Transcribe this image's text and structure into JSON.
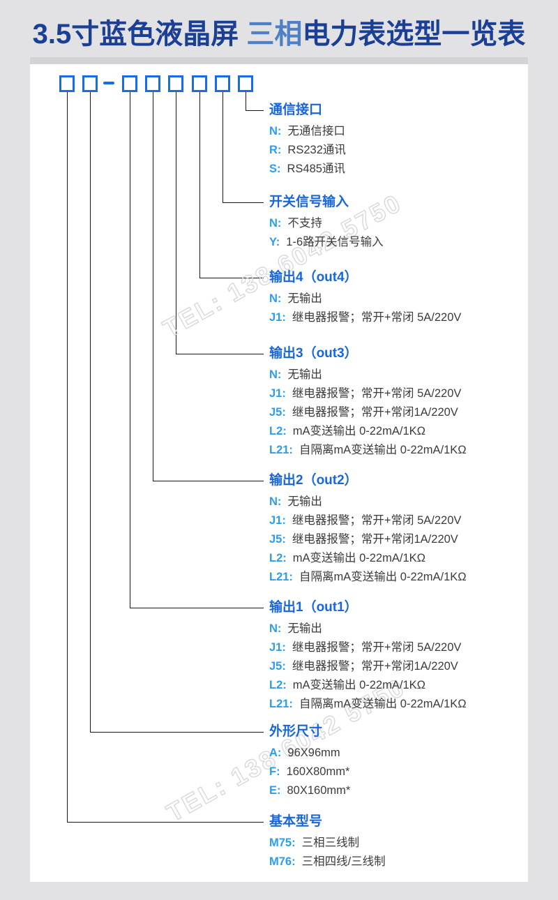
{
  "title": {
    "part1": "3.5寸蓝色液晶屏 ",
    "part2": "三相",
    "part3": "电力表选型一览表"
  },
  "model_code": {
    "boxes_before_dash": 2,
    "boxes_after_dash": 6,
    "dash": "-"
  },
  "watermark": "TEL: 138 6042 5750",
  "groups": [
    {
      "title": "通信接口",
      "options": [
        {
          "code": "N:",
          "desc": "无通信接口"
        },
        {
          "code": "R:",
          "desc": "RS232通讯"
        },
        {
          "code": "S:",
          "desc": "RS485通讯"
        }
      ]
    },
    {
      "title": "开关信号输入",
      "options": [
        {
          "code": "N:",
          "desc": "不支持"
        },
        {
          "code": "Y:",
          "desc": "1-6路开关信号输入"
        }
      ]
    },
    {
      "title": "输出4（out4）",
      "options": [
        {
          "code": "N:",
          "desc": "无输出"
        },
        {
          "code": "J1:",
          "desc": "继电器报警；常开+常闭 5A/220V"
        }
      ]
    },
    {
      "title": "输出3（out3）",
      "options": [
        {
          "code": "N:",
          "desc": "无输出"
        },
        {
          "code": "J1:",
          "desc": "继电器报警；常开+常闭 5A/220V"
        },
        {
          "code": "J5:",
          "desc": "继电器报警；常开+常闭1A/220V"
        },
        {
          "code": "L2:",
          "desc": "mA变送输出 0-22mA/1KΩ"
        },
        {
          "code": "L21:",
          "desc": "自隔离mA变送输出 0-22mA/1KΩ"
        }
      ]
    },
    {
      "title": "输出2（out2）",
      "options": [
        {
          "code": "N:",
          "desc": "无输出"
        },
        {
          "code": "J1:",
          "desc": "继电器报警；常开+常闭 5A/220V"
        },
        {
          "code": "J5:",
          "desc": "继电器报警；常开+常闭1A/220V"
        },
        {
          "code": "L2:",
          "desc": "mA变送输出 0-22mA/1KΩ"
        },
        {
          "code": "L21:",
          "desc": "自隔离mA变送输出 0-22mA/1KΩ"
        }
      ]
    },
    {
      "title": "输出1（out1）",
      "options": [
        {
          "code": "N:",
          "desc": "无输出"
        },
        {
          "code": "J1:",
          "desc": "继电器报警；常开+常闭 5A/220V"
        },
        {
          "code": "J5:",
          "desc": "继电器报警；常开+常闭1A/220V"
        },
        {
          "code": "L2:",
          "desc": "mA变送输出 0-22mA/1KΩ"
        },
        {
          "code": "L21:",
          "desc": "自隔离mA变送输出 0-22mA/1KΩ"
        }
      ]
    },
    {
      "title": "外形尺寸",
      "options": [
        {
          "code": "A:",
          "desc": "96X96mm"
        },
        {
          "code": "F:",
          "desc": "160X80mm*"
        },
        {
          "code": "E:",
          "desc": "80X160mm*"
        }
      ]
    },
    {
      "title": "基本型号",
      "options": [
        {
          "code": "M75:",
          "desc": "三相三线制"
        },
        {
          "code": "M76:",
          "desc": "三相四线/三线制"
        }
      ]
    }
  ],
  "colors": {
    "title_dark_blue": "#1b3f94",
    "title_light_blue": "#4d80c8",
    "box_border_blue": "#1a6be8",
    "group_title_blue": "#1766dd",
    "option_code_blue": "#2a9df2",
    "body_text": "#3b3b3b",
    "panel_bg": "#ffffff",
    "page_bg": "#e2e2e4"
  }
}
